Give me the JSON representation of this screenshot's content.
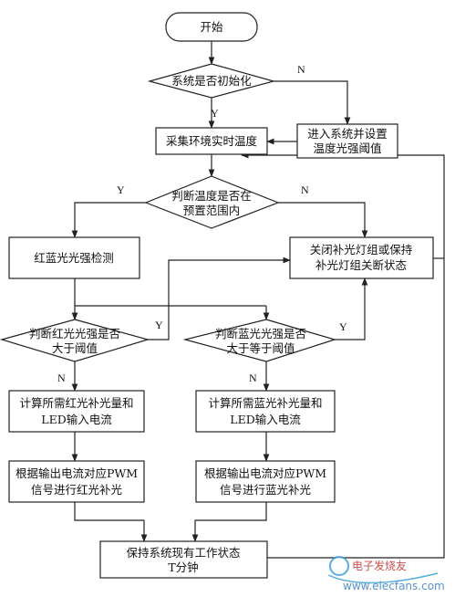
{
  "nodes": {
    "start": "开始",
    "init_check": "系统是否初始化",
    "enter_system": [
      "进入系统并设置",
      "温度光强阈值"
    ],
    "collect_temp": "采集环境实时温度",
    "temp_range_check": [
      "判断温度是否在",
      "预置范围内"
    ],
    "rb_detect": "红蓝光光强检测",
    "close_light": [
      "关闭补光灯组或保持",
      "补光灯组关断状态"
    ],
    "red_check": [
      "判断红光光强是否",
      "大于阈值"
    ],
    "blue_check": [
      "判断蓝光光强是否",
      "大于等于阈值"
    ],
    "calc_red": [
      "计算所需红光补光量和",
      "LED输入电流"
    ],
    "calc_blue": [
      "计算所需蓝光补光量和",
      "LED输入电流"
    ],
    "pwm_red": [
      "根据输出电流对应PWM",
      "信号进行红光补光"
    ],
    "pwm_blue": [
      "根据输出电流对应PWM",
      "信号进行蓝光补光"
    ],
    "keep_state": [
      "保持系统现有工作状态",
      "T分钟"
    ]
  },
  "edge_labels": {
    "init_no": "N",
    "init_yes": "Y",
    "temp_yes": "Y",
    "temp_no": "N",
    "red_yes": "Y",
    "red_no": "N",
    "blue_yes": "Y",
    "blue_no": "N"
  },
  "watermark": {
    "text": "www.elecfans.com",
    "logo_text": "电子发烧友"
  }
}
